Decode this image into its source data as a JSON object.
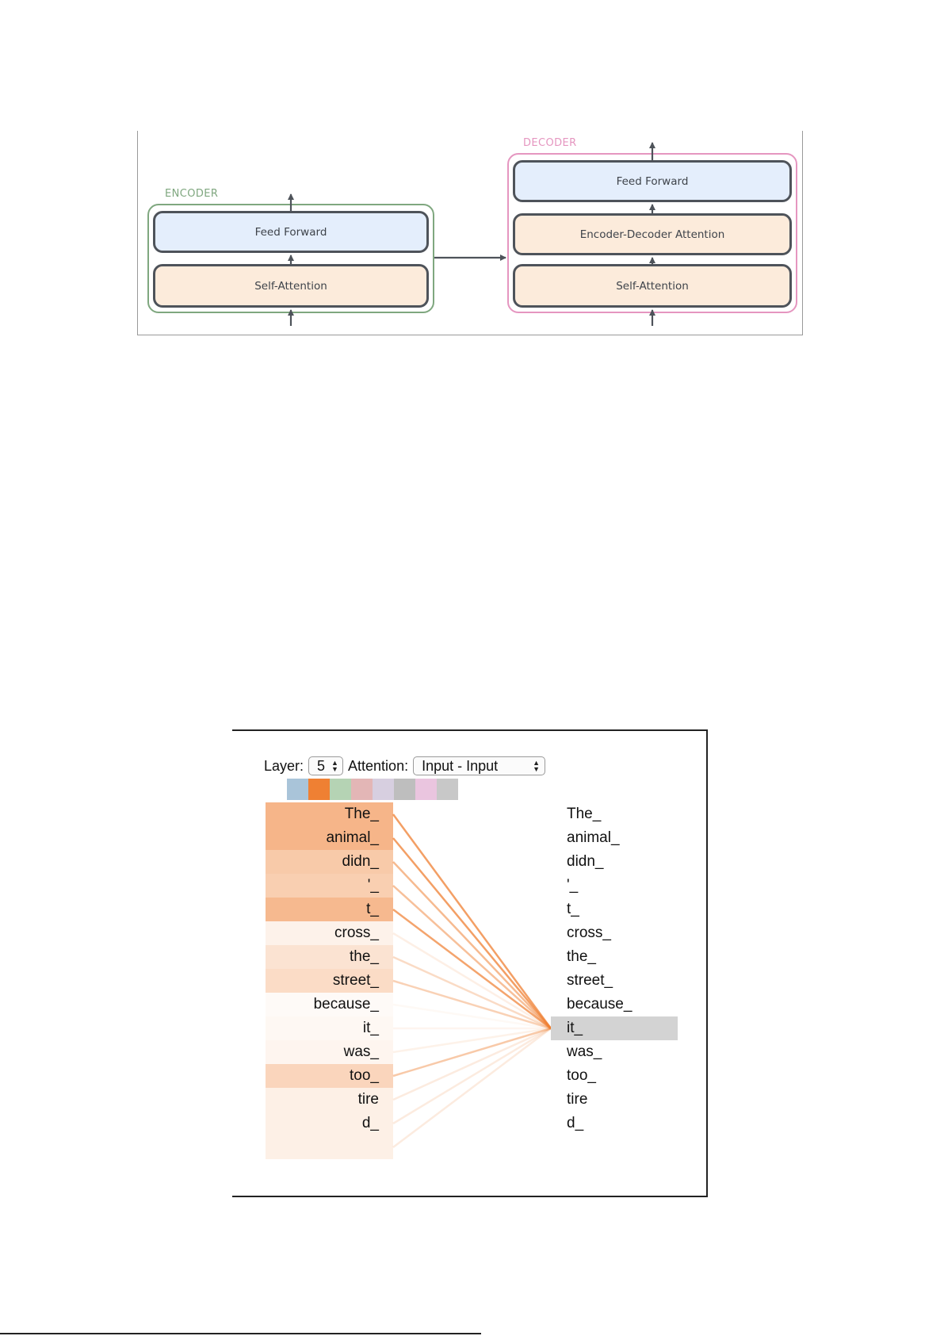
{
  "architecture": {
    "encoder": {
      "label": "ENCODER",
      "color": "#7fa77f",
      "layers": [
        "Feed Forward",
        "Self-Attention"
      ]
    },
    "decoder": {
      "label": "DECODER",
      "color": "#e596c0",
      "layers": [
        "Feed Forward",
        "Encoder-Decoder Attention",
        "Self-Attention"
      ]
    }
  },
  "viz": {
    "layer_label": "Layer:",
    "layer_value": "5",
    "attention_label": "Attention:",
    "attention_value": "Input - Input",
    "head_colors": [
      "#a9c4d9",
      "#ef8033",
      "#b5d3b4",
      "#e3b6b6",
      "#d7cfe0",
      "#bebebe",
      "#eac5df",
      "#c8c8c8"
    ],
    "selected_head": 1,
    "selected_token_index": 9,
    "tokens": [
      "The_",
      "animal_",
      "didn_",
      "'_",
      "t_",
      "cross_",
      "the_",
      "street_",
      "because_",
      "it_",
      "was_",
      "too_",
      "tire",
      "d_",
      ""
    ],
    "right_tokens": [
      "The_",
      "animal_",
      "didn_",
      "'_",
      "t_",
      "cross_",
      "the_",
      "street_",
      "because_",
      "it_",
      "was_",
      "too_",
      "tire",
      "d_"
    ],
    "attention_weights": [
      0.58,
      0.58,
      0.42,
      0.38,
      0.55,
      0.1,
      0.22,
      0.28,
      0.04,
      0.06,
      0.08,
      0.33,
      0.12,
      0.12,
      0.12
    ]
  }
}
